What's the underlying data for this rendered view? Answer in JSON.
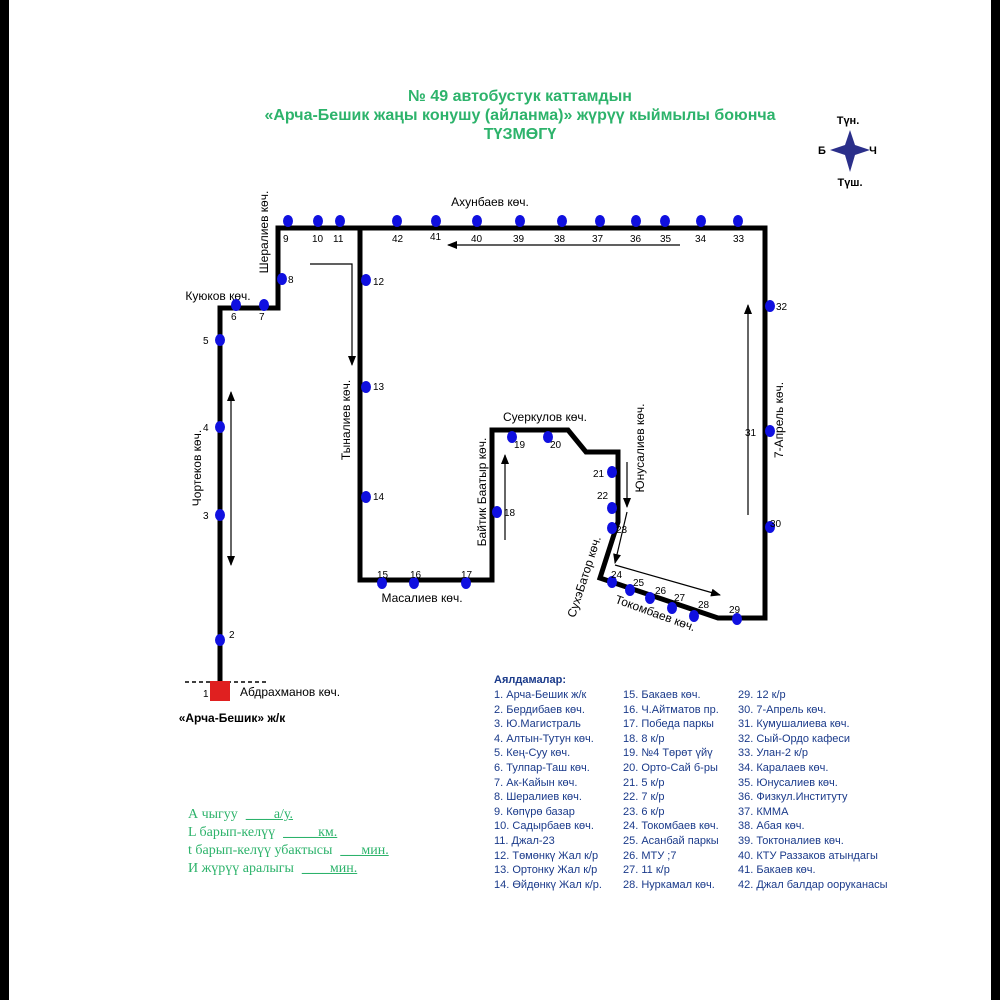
{
  "title": {
    "line1": "№ 49  автобустук каттамдын",
    "line2": "«Арча-Бешик жаңы конушу (айланма)» жүрүү кыймылы боюнча",
    "line3": "ТҮЗМӨГҮ"
  },
  "compass": {
    "north": "Түн.",
    "west": "Б",
    "east": "Ч",
    "south": "Түш."
  },
  "streets": {
    "akhunbaev": "Ахунбаев көч.",
    "sheraliev": "Шералиев көч.",
    "kuyukov": "Куюков көч.",
    "chortekov": "Чортеков көч.",
    "tynaliev": "Тыналиев көч.",
    "masaliev": "Масалиев көч.",
    "baitik": "Байтик Баатыр көч.",
    "suerkulov": "Суеркулов көч.",
    "yunusaliev": "Юнусалиев көч.",
    "sukhbator": "СухэБатор көч.",
    "tokombaev": "Токомбаев көч.",
    "april7": "7-Апрель көч.",
    "abdrakhmanov": "Абдрахманов көч.",
    "terminal": "«Арча-Бешик» ж/к"
  },
  "stop_numbers": [
    "1",
    "2",
    "3",
    "4",
    "5",
    "6",
    "7",
    "8",
    "9",
    "10",
    "11",
    "12",
    "13",
    "14",
    "15",
    "16",
    "17",
    "18",
    "19",
    "20",
    "21",
    "22",
    "23",
    "24",
    "25",
    "26",
    "27",
    "28",
    "29",
    "30",
    "31",
    "32",
    "33",
    "34",
    "35",
    "36",
    "37",
    "38",
    "39",
    "40",
    "41",
    "42"
  ],
  "colors": {
    "title": "#2db36b",
    "stop": "#1010e0",
    "terminal": "#e02020",
    "route": "#000000",
    "legend": "#1a3a8a"
  },
  "legend": {
    "heading": "Аялдамалар:",
    "col1": [
      "1. Арча-Бешик ж/к",
      "2. Бердибаев көч.",
      "3. Ю.Магистраль",
      "4. Алтын-Тутун көч.",
      "5. Кең-Суу көч.",
      "6. Тулпар-Таш көч.",
      "7. Ак-Кайын көч.",
      "8. Шералиев көч.",
      "9. Көпүрө базар",
      "10. Садырбаев көч.",
      "11. Джал-23",
      "12. Төмөнкү Жал к/р",
      "13. Ортонку Жал к/р",
      "14. Өйдөнкү Жал к/р."
    ],
    "col2": [
      "15.  Бакаев көч.",
      "16. Ч.Айтматов пр.",
      "17. Победа паркы",
      "18. 8 к/р",
      "19. №4 Төрөт үйү",
      "20. Орто-Сай б-ры",
      "21. 5 к/р",
      "22. 7 к/р",
      "23. 6 к/р",
      "24. Токомбаев көч.",
      "25. Асанбай паркы",
      "26. МТУ ;7",
      "27. 11 к/р",
      "28. Нуркамал көч."
    ],
    "col3": [
      "29. 12 к/р",
      "30. 7-Апрель көч.",
      "31. Кумушалиева көч.",
      "32. Сый-Ордо кафеси",
      "33. Улан-2 к/р",
      "34. Каралаев көч.",
      "35. Юнусалиев көч.",
      "36. Физкул.Институту",
      "37. КММА",
      "38. Абая көч.",
      "39. Токтоналиев көч.",
      "40. КТУ Раззаков атындагы",
      "41. Бакаев көч.",
      "42. Джал балдар ооруканасы"
    ]
  },
  "params": [
    {
      "label": "А чыгуу",
      "unit": "____а/у."
    },
    {
      "label": "L барып-келүү",
      "unit": "_____км."
    },
    {
      "label": "t барып-келүү убактысы",
      "unit": "___мин."
    },
    {
      "label": "И жүрүү аралыгы",
      "unit": "____мин."
    }
  ]
}
